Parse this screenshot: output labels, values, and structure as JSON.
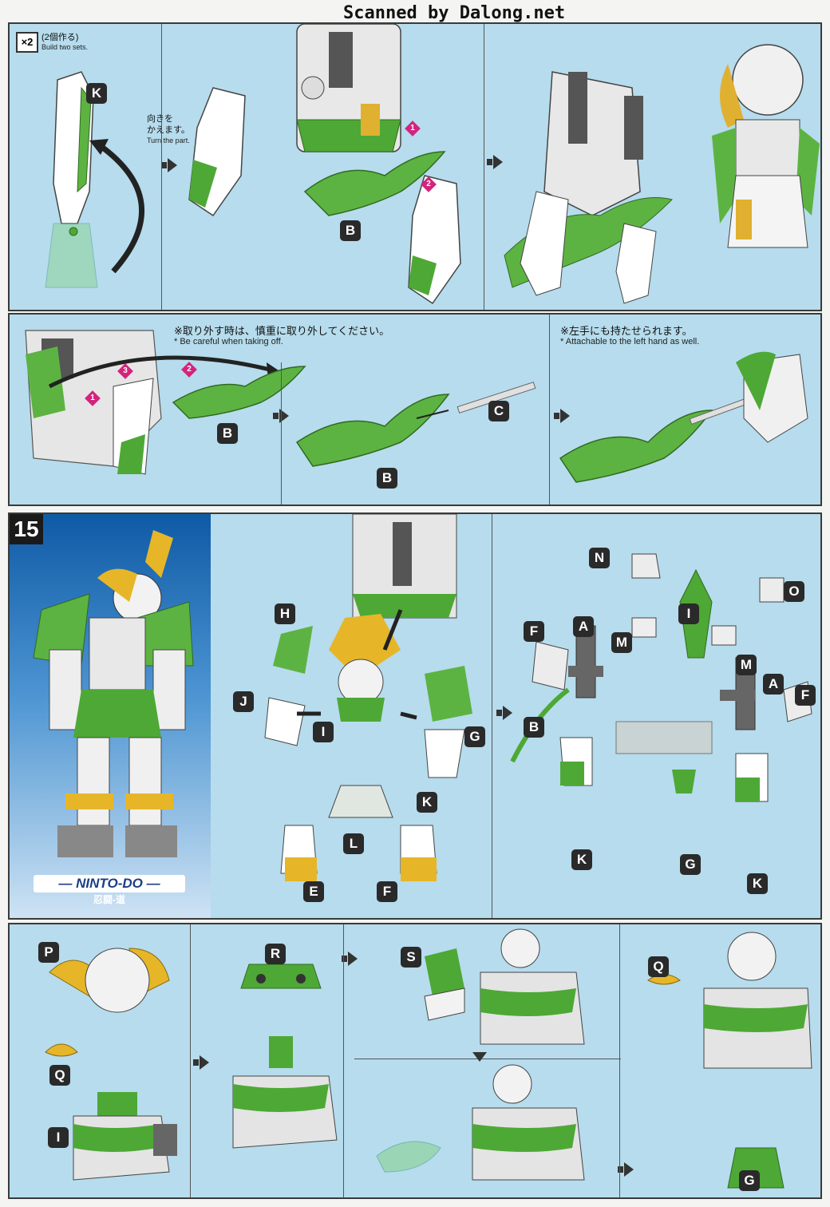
{
  "watermark": "Scanned by Dalong.net",
  "panel1": {
    "multiplier": "×2",
    "make_count_jp": "(2個作る)",
    "make_count_en": "Build two sets.",
    "turn_jp_1": "向きを",
    "turn_jp_2": "かえます。",
    "turn_en": "Turn the part.",
    "labels": {
      "k": "K",
      "b": "B"
    },
    "steps": [
      "1",
      "2"
    ]
  },
  "panel2": {
    "caution_jp": "※取り外す時は、慎重に取り外してください。",
    "caution_en": "* Be careful when taking off.",
    "left_hand_jp": "※左手にも持たせられます。",
    "left_hand_en": "* Attachable to the left hand as well.",
    "labels": {
      "b1": "B",
      "b2": "B",
      "c": "C"
    },
    "steps": [
      "1",
      "2",
      "3"
    ]
  },
  "panel3": {
    "step_number": "15",
    "name_en": "— NINTO-DO —",
    "name_jp": "忍闘-道",
    "labels": [
      "H",
      "J",
      "I",
      "G",
      "K",
      "L",
      "E",
      "F",
      "N",
      "I",
      "F",
      "A",
      "M",
      "M",
      "O",
      "A",
      "F",
      "B",
      "K",
      "G",
      "K"
    ]
  },
  "panel4": {
    "labels": [
      "P",
      "Q",
      "I",
      "R",
      "S",
      "Q",
      "G"
    ]
  },
  "colors": {
    "panel_bg": "#b6dced",
    "accent_green": "#4ea835",
    "step_diamond": "#d4237d",
    "label_bg": "#2a2a2a"
  }
}
